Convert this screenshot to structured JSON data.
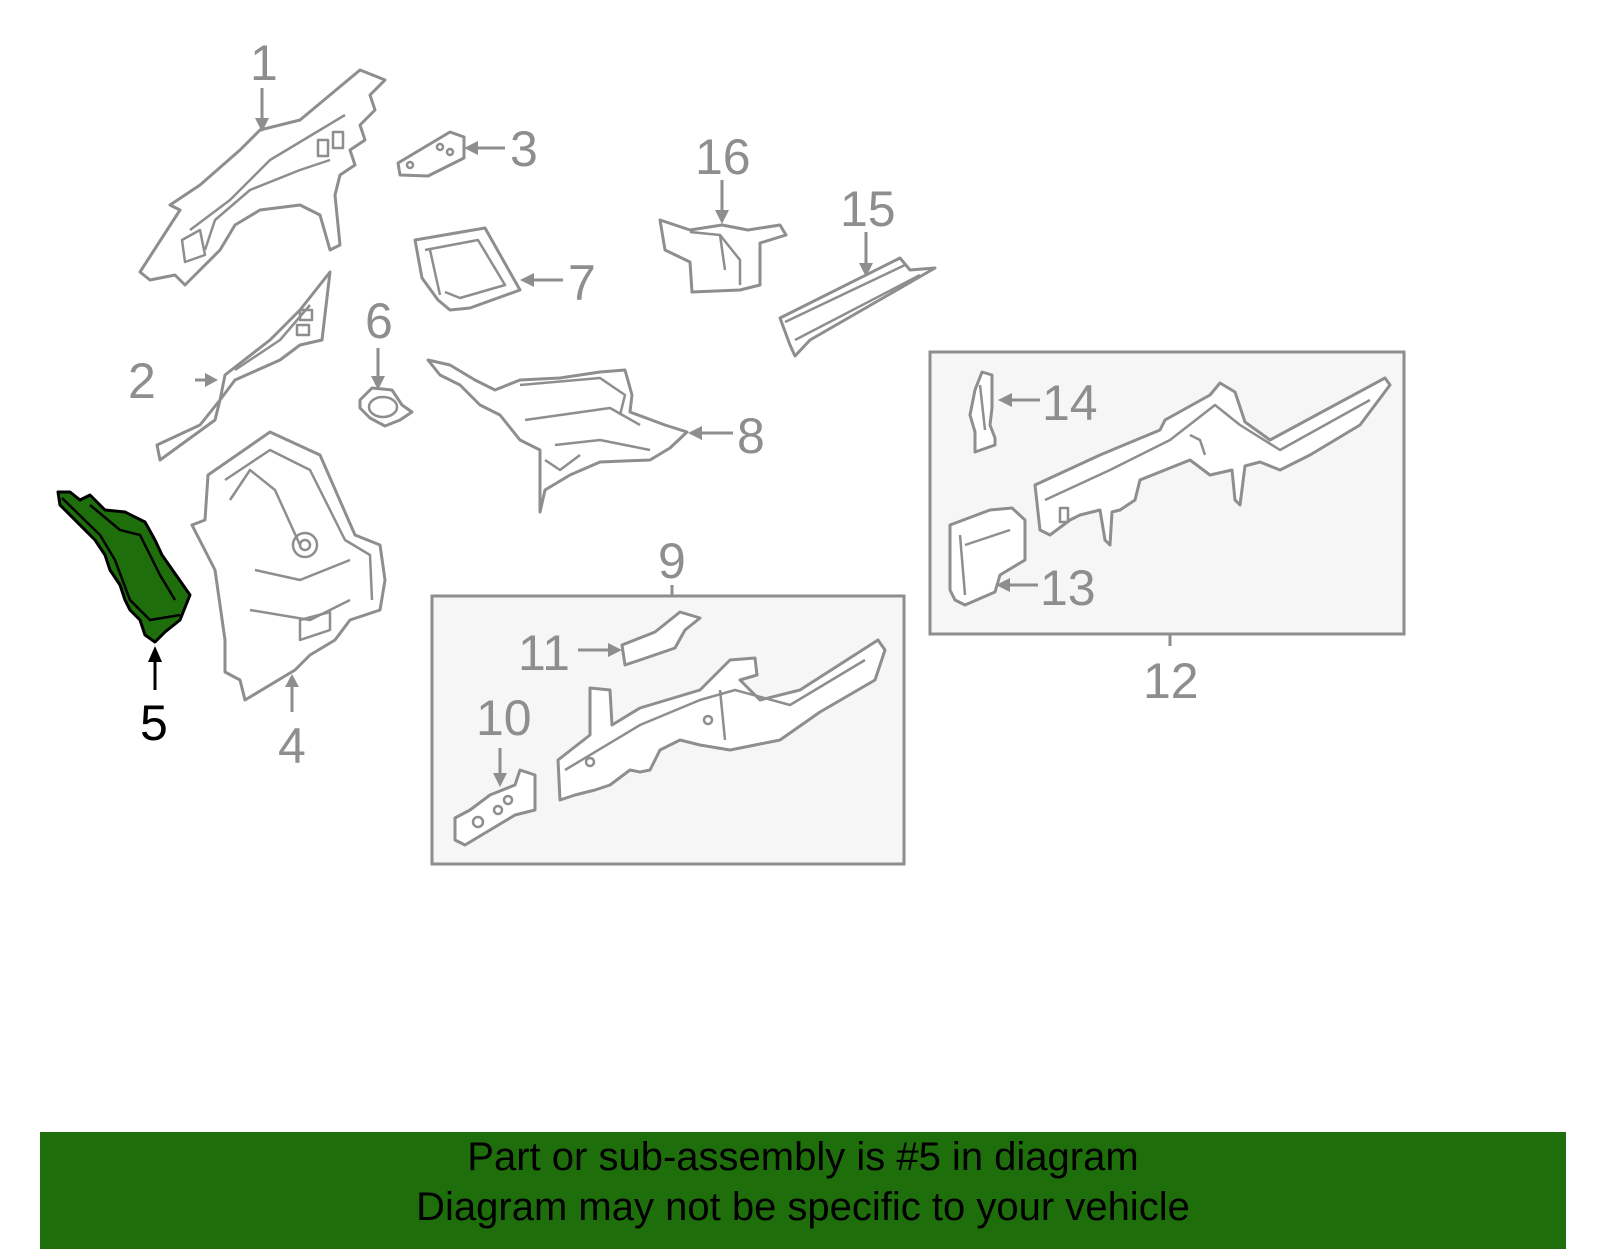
{
  "diagram": {
    "highlight_color": "#1f6e0c",
    "highlighted_part": "5",
    "callouts": [
      "1",
      "2",
      "3",
      "4",
      "5",
      "6",
      "7",
      "8",
      "9",
      "10",
      "11",
      "12",
      "13",
      "14",
      "15",
      "16"
    ]
  },
  "banner": {
    "line1": "Part or sub-assembly is #5 in diagram",
    "line2": "Diagram may not be specific to your vehicle",
    "background": "#1f6e0c"
  }
}
